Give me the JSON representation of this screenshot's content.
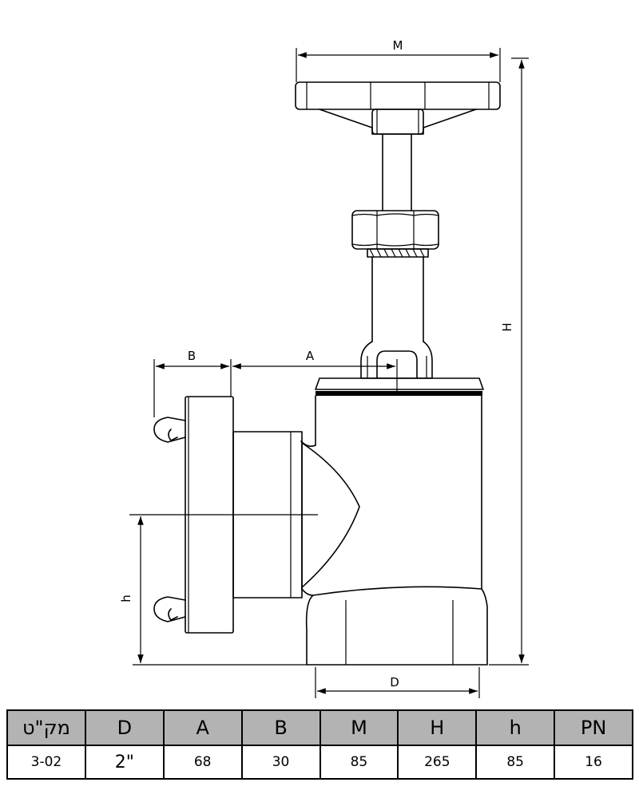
{
  "drawing": {
    "dimensions": {
      "M": "M",
      "H": "H",
      "A": "A",
      "B": "B",
      "h": "h",
      "D": "D"
    }
  },
  "table": {
    "headers": [
      "מק\"ט",
      "D",
      "A",
      "B",
      "M",
      "H",
      "h",
      "PN"
    ],
    "row": [
      "3-02",
      "2\"",
      "68",
      "30",
      "85",
      "265",
      "85",
      "16"
    ]
  },
  "colors": {
    "header_bg": "#b3b3b3",
    "line": "#000000"
  }
}
